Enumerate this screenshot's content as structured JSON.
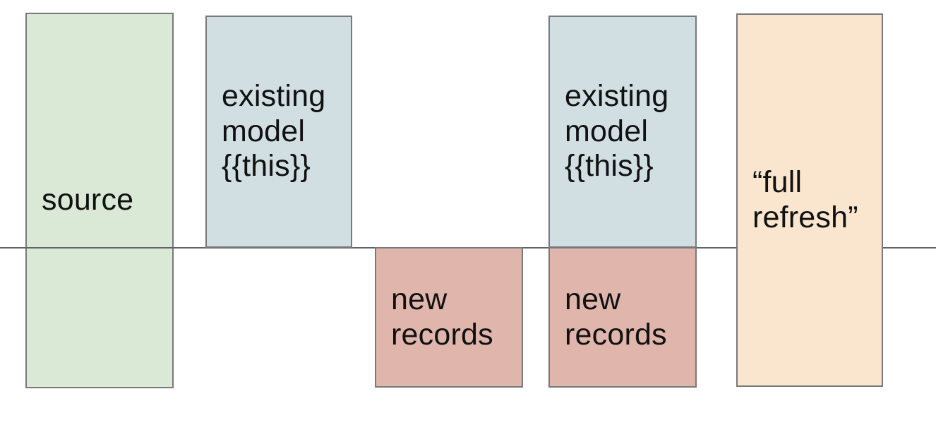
{
  "diagram": {
    "background": "#ffffff",
    "border_color": "#77797b",
    "text_color": "#111111",
    "baseline": {
      "color": "#636363"
    },
    "boxes": [
      {
        "id": "source",
        "label": "source",
        "fill": "#dae9d5"
      },
      {
        "id": "existing-model-1",
        "label": "existing model {{this}}",
        "fill": "#d1dfe3"
      },
      {
        "id": "new-records-1",
        "label": "new records",
        "fill": "#e0b6ac"
      },
      {
        "id": "existing-model-2",
        "label": "existing model {{this}}",
        "fill": "#d1dfe3"
      },
      {
        "id": "new-records-2",
        "label": "new records",
        "fill": "#e0b6ac"
      },
      {
        "id": "full-refresh",
        "label": "“full refresh”",
        "fill": "#fae5cf"
      }
    ]
  }
}
